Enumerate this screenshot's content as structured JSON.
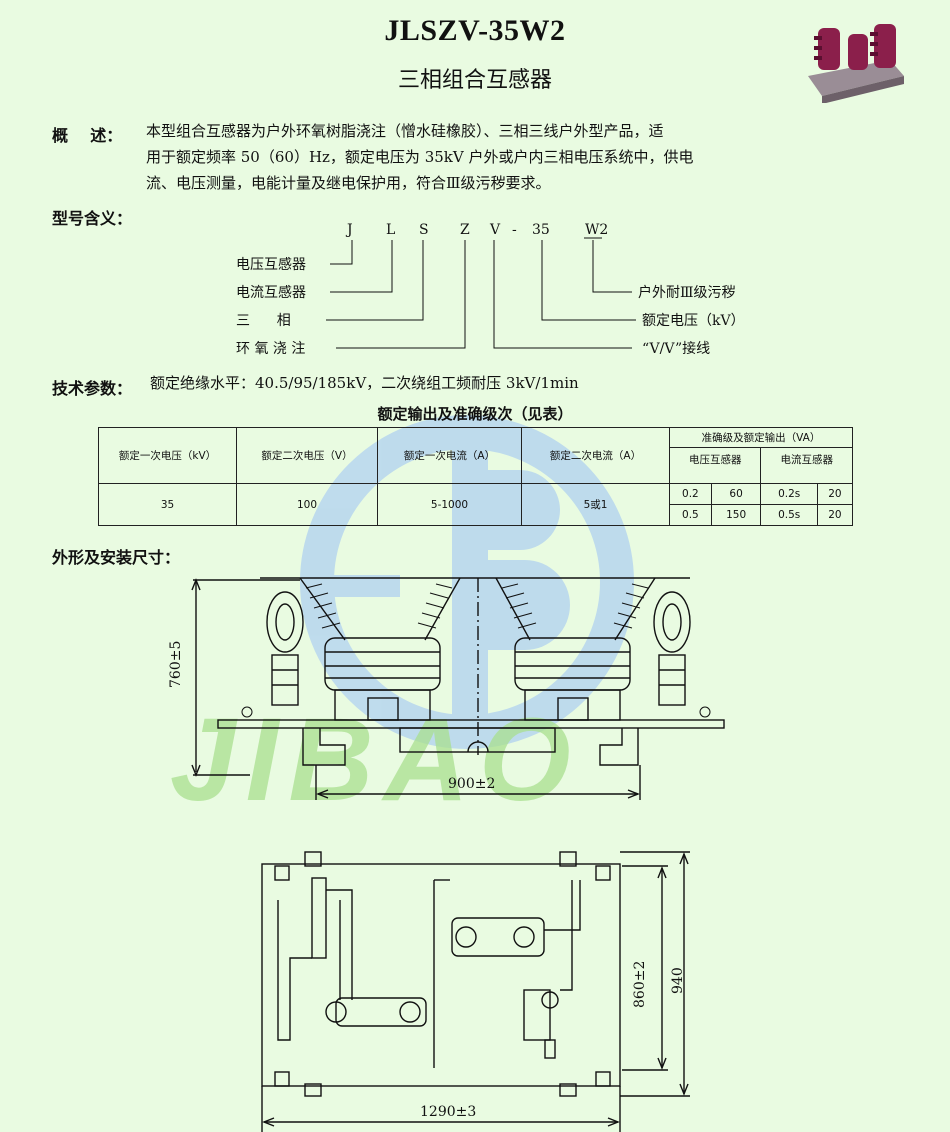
{
  "header": {
    "model": "JLSZV-35W2",
    "name": "三相组合互感器"
  },
  "overview": {
    "label": "概    述：",
    "line1": "本型组合互感器为户外环氧树脂浇注（憎水硅橡胶）、三相三线户外型产品，适",
    "line2": "用于额定频率 50（60）Hz，额定电压为 35kV 户外或户内三相电压系统中，供电",
    "line3": "流、电压测量，电能计量及继电保护用，符合Ⅲ级污秽要求。"
  },
  "model_meaning": {
    "label": "型号含义：",
    "code_letters": [
      "J",
      "L",
      "S",
      "Z",
      "V",
      "-",
      "35",
      "W2"
    ],
    "items_left": [
      "电压互感器",
      "电流互感器",
      "三      相",
      "环 氧 浇 注"
    ],
    "items_right": [
      "户外耐Ⅲ级污秽",
      "额定电压（kV）",
      "“V/V”接线"
    ]
  },
  "tech_params": {
    "label": "技术参数：",
    "text": "额定绝缘水平：40.5/95/185kV，二次绕组工频耐压 3kV/1min"
  },
  "table": {
    "caption": "额定输出及准确级次（见表）",
    "headers": [
      "额定一次电压（kV）",
      "额定二次电压（V）",
      "额定一次电流（A）",
      "额定二次电流（A）"
    ],
    "accuracy_header": "准确级及额定输出（VA）",
    "pt_header": "电压互感器",
    "ct_header": "电流互感器",
    "row": {
      "primary_voltage": "35",
      "secondary_voltage": "100",
      "primary_current": "5-1000",
      "secondary_current": "5或1"
    },
    "accuracy_rows": [
      [
        "0.2",
        "60",
        "0.2s",
        "20"
      ],
      [
        "0.5",
        "150",
        "0.5s",
        "20"
      ]
    ]
  },
  "dimensions": {
    "label": "外形及安装尺寸：",
    "height": "760±5",
    "width_front": "900±2",
    "depth_inner": "860±2",
    "depth_outer": "940",
    "width_plan": "1290±3"
  },
  "watermark": {
    "text": "JIBAO",
    "colors": {
      "blue": "#b7d6ee",
      "green": "#a9e08f"
    }
  }
}
